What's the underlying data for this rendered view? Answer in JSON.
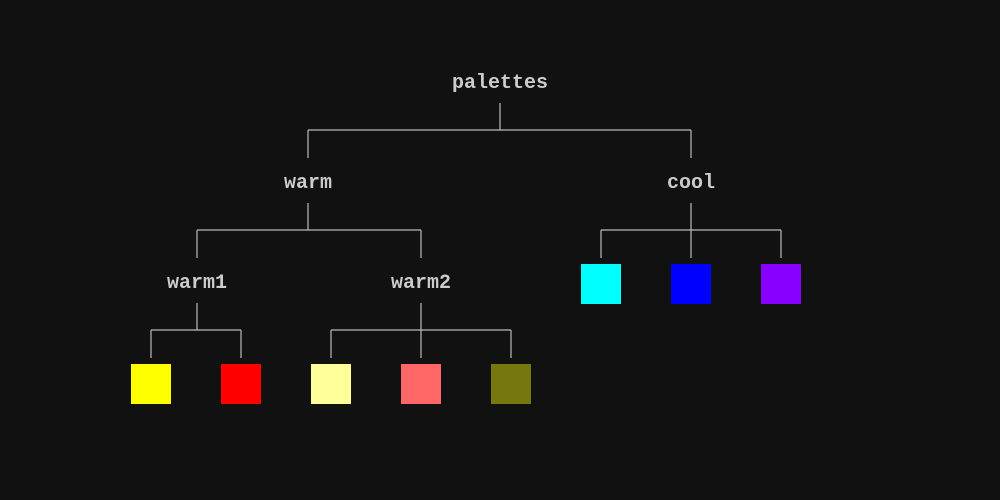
{
  "tree": {
    "root": "palettes",
    "warm": "warm",
    "cool": "cool",
    "warm1": "warm1",
    "warm2": "warm2"
  },
  "colors": {
    "warm1": [
      "#ffff00",
      "#ff0000"
    ],
    "warm2": [
      "#ffff99",
      "#ff6666",
      "#777710"
    ],
    "cool": [
      "#00ffff",
      "#0000ff",
      "#8800ff"
    ]
  }
}
